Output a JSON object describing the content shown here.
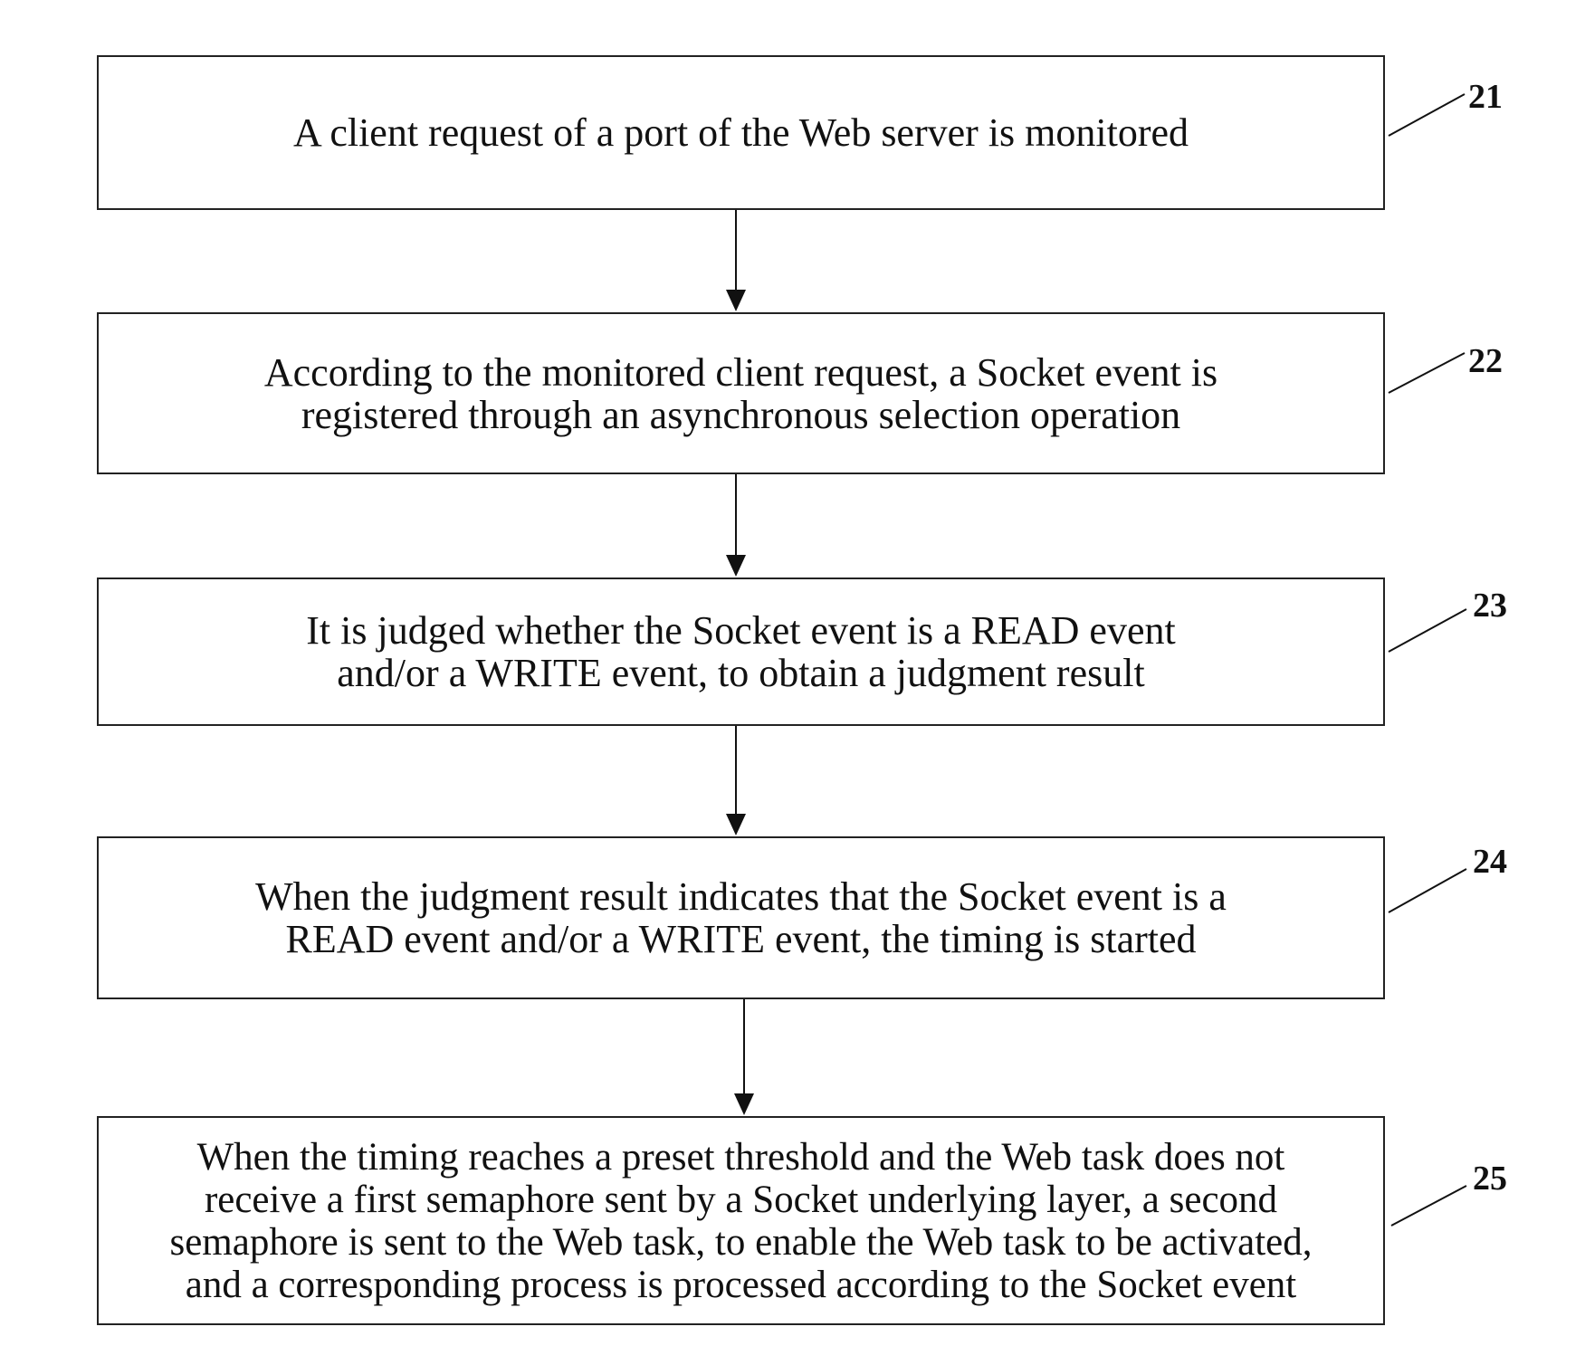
{
  "steps": [
    {
      "ref": "21",
      "lines": [
        "A client request of a port of the Web server is monitored"
      ]
    },
    {
      "ref": "22",
      "lines": [
        "According to the monitored client request, a Socket event is",
        "registered through an asynchronous selection operation"
      ]
    },
    {
      "ref": "23",
      "lines": [
        "It is judged whether the Socket event is a READ event",
        "and/or a WRITE event, to obtain a judgment result"
      ]
    },
    {
      "ref": "24",
      "lines": [
        "When the judgment result indicates that the Socket event is a",
        "READ event and/or a WRITE event, the timing is started"
      ]
    },
    {
      "ref": "25",
      "lines": [
        "When the timing reaches a preset threshold and the Web task does not",
        "receive a first semaphore sent by a Socket underlying layer, a second",
        "semaphore is sent to the Web task, to enable the Web task to be activated,",
        "and a corresponding process is processed according to the Socket event"
      ]
    }
  ]
}
